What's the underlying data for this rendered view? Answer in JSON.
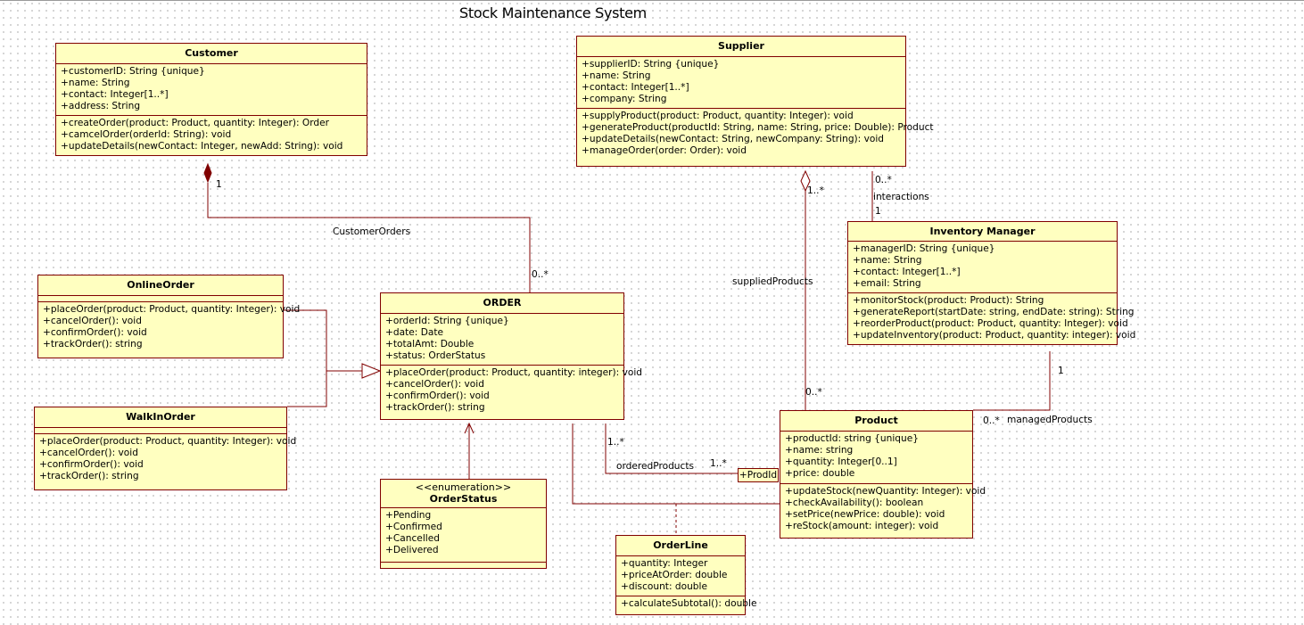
{
  "title": "Stock Maintenance System",
  "classes": {
    "customer": {
      "name": "Customer",
      "attributes": [
        "+customerID: String {unique}",
        "+name: String",
        "+contact: Integer[1..*]",
        "+address: String"
      ],
      "operations": [
        "+createOrder(product: Product, quantity: Integer): Order",
        "+camcelOrder(orderId: String): void",
        "+updateDetails(newContact: Integer, newAdd: String): void"
      ]
    },
    "supplier": {
      "name": "Supplier",
      "attributes": [
        "+supplierID: String {unique}",
        "+name: String",
        "+contact: Integer[1..*]",
        "+company: String"
      ],
      "operations": [
        "+supplyProduct(product: Product, quantity: Integer): void",
        "+generateProduct(productId: String, name: String, price: Double): Product",
        "+updateDetails(newContact: String, newCompany: String): void",
        "+manageOrder(order: Order): void"
      ]
    },
    "inventory_manager": {
      "name": "Inventory Manager",
      "attributes": [
        "+managerID: String {unique}",
        "+name: String",
        "+contact: Integer[1..*]",
        "+email: String"
      ],
      "operations": [
        "+monitorStock(product: Product): String",
        "+generateReport(startDate: string, endDate: string): String",
        "+reorderProduct(product: Product, quantity: Integer): void",
        "+updateInventory(product: Product, quantity: integer): void"
      ]
    },
    "online_order": {
      "name": "OnlineOrder",
      "attributes": [],
      "operations": [
        "+placeOrder(product: Product, quantity: Integer): void",
        "+cancelOrder(): void",
        "+confirmOrder(): void",
        "+trackOrder(): string"
      ]
    },
    "walkin_order": {
      "name": "WalkInOrder",
      "attributes": [],
      "operations": [
        "+placeOrder(product: Product, quantity: Integer): void",
        "+cancelOrder(): void",
        "+confirmOrder(): void",
        "+trackOrder(): string"
      ]
    },
    "order": {
      "name": "ORDER",
      "attributes": [
        "+orderId: String {unique}",
        "+date: Date",
        "+totalAmt: Double",
        "+status: OrderStatus"
      ],
      "operations": [
        "+placeOrder(product: Product, quantity: integer): void",
        "+cancelOrder(): void",
        "+confirmOrder(): void",
        "+trackOrder(): string"
      ]
    },
    "order_status": {
      "stereotype": "<<enumeration>>",
      "name": "OrderStatus",
      "attributes": [
        "+Pending",
        "+Confirmed",
        "+Cancelled",
        "+Delivered"
      ],
      "operations": []
    },
    "product": {
      "name": "Product",
      "attributes": [
        "+productId: string {unique}",
        "+name: string",
        "+quantity: Integer[0..1]",
        "+price: double"
      ],
      "operations": [
        "+updateStock(newQuantity: Integer): void",
        "+checkAvailability(): boolean",
        "+setPrice(newPrice: double): void",
        "+reStock(amount: integer): void"
      ]
    },
    "order_line": {
      "name": "OrderLine",
      "attributes": [
        "+quantity: Integer",
        "+priceAtOrder: double",
        "+discount: double"
      ],
      "operations": [
        "+calculateSubtotal(): double"
      ]
    }
  },
  "labels": {
    "customer_orders": "CustomerOrders",
    "customer_mult": "1",
    "customer_orders_mult": "0..*",
    "supplied_products": "suppliedProducts",
    "supplier_side_mult": "1..*",
    "supplied_product_mult": "0..*",
    "interactions": "interactions",
    "interactions_supplier_mult": "0..*",
    "interactions_manager_mult": "1",
    "managed_products": "managedProducts",
    "manager_mult": "1",
    "managed_product_mult": "0..*",
    "ordered_products": "orderedProducts",
    "ordered_order_mult": "1..*",
    "ordered_product_mult": "1..*",
    "qualifier": "+ProdId"
  },
  "colors": {
    "class_fill": "#ffffc0",
    "border": "#800000"
  }
}
